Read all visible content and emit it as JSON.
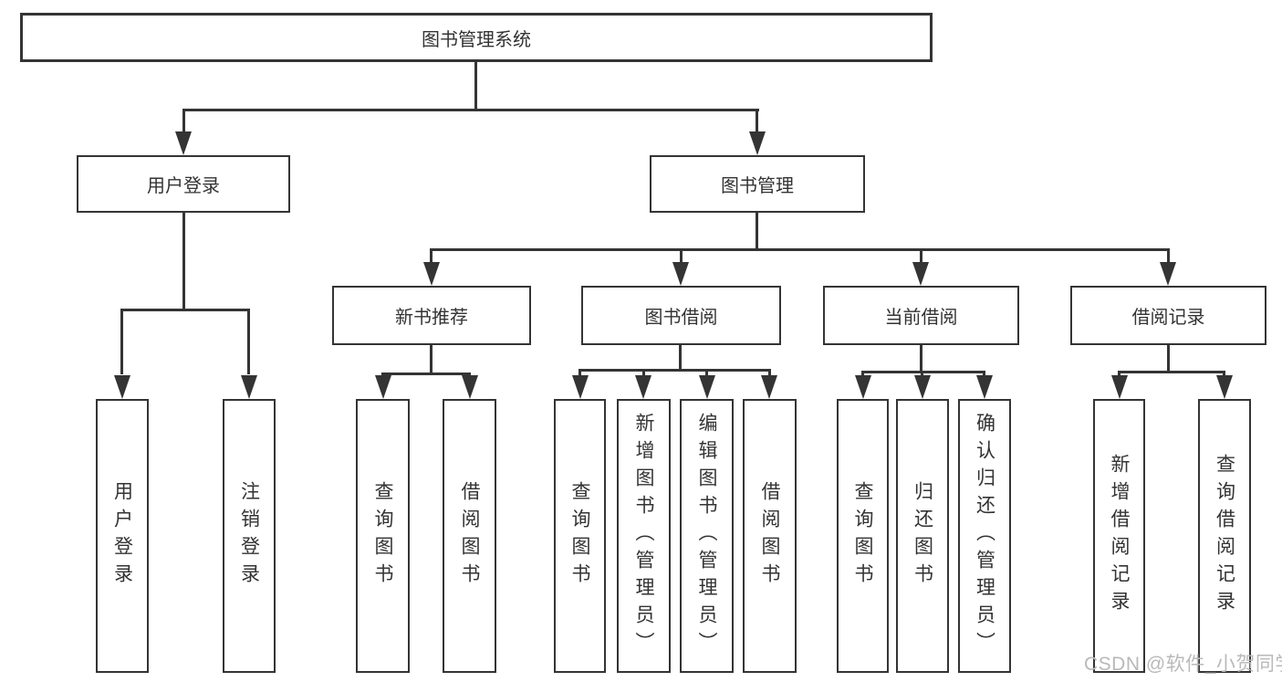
{
  "diagram": {
    "root": {
      "label": "图书管理系统"
    },
    "level1": {
      "login": {
        "label": "用户登录"
      },
      "mgmt": {
        "label": "图书管理"
      }
    },
    "level2": {
      "newbook": {
        "label": "新书推荐"
      },
      "borrow": {
        "label": "图书借阅"
      },
      "current": {
        "label": "当前借阅"
      },
      "record": {
        "label": "借阅记录"
      }
    },
    "leaves": {
      "login": [
        "用户登录",
        "注销登录"
      ],
      "newbook": [
        "查询图书",
        "借阅图书"
      ],
      "borrow": [
        "查询图书",
        "新增图书（管理员）",
        "编辑图书（管理员）",
        "借阅图书"
      ],
      "current": [
        "查询图书",
        "归还图书",
        "确认归还（管理员）"
      ],
      "record": [
        "新增借阅记录",
        "查询借阅记录"
      ]
    },
    "watermark": "CSDN @软件_小贺同学",
    "colors": {
      "line": "#343434",
      "text": "#333333",
      "watermark": "#b9b9b9",
      "background": "#ffffff"
    }
  }
}
